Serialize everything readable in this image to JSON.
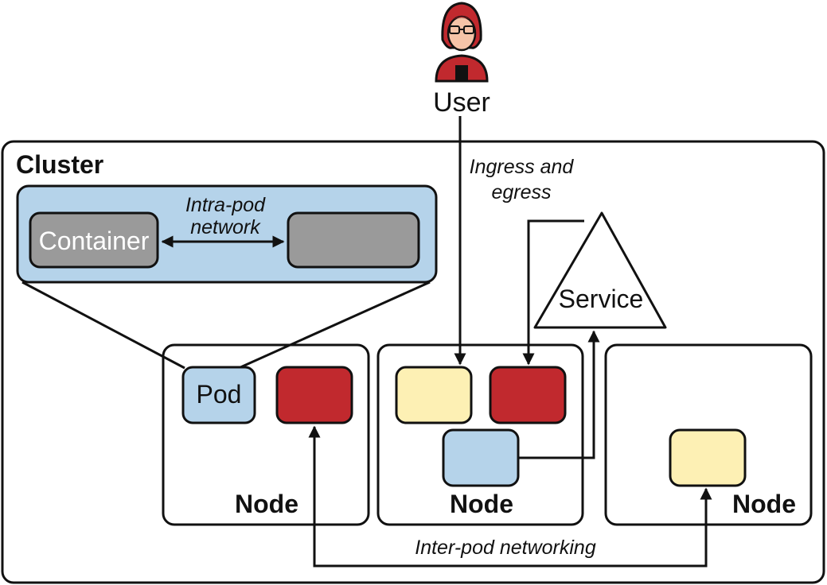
{
  "user": {
    "label": "User",
    "icon": "user-avatar-icon"
  },
  "cluster": {
    "label": "Cluster"
  },
  "pod_detail": {
    "container_label": "Container",
    "network_label_line1": "Intra-pod",
    "network_label_line2": "network"
  },
  "pod": {
    "label": "Pod"
  },
  "service": {
    "label": "Service"
  },
  "nodes": [
    {
      "label": "Node"
    },
    {
      "label": "Node"
    },
    {
      "label": "Node"
    }
  ],
  "ingress": {
    "line1": "Ingress and",
    "line2": "egress"
  },
  "inter_pod": {
    "label": "Inter-pod networking"
  },
  "colors": {
    "pod_blue": "#b5d3ea",
    "pod_red": "#c1292e",
    "pod_yellow": "#fdf0b4",
    "container_gray": "#9a9a9a",
    "stroke": "#111111"
  }
}
